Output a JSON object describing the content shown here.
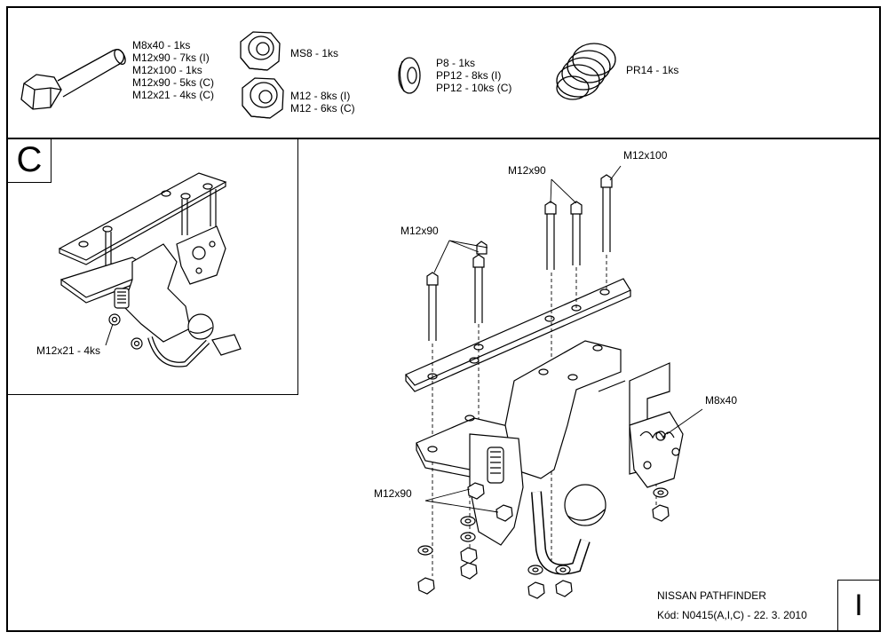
{
  "parts_bar": {
    "bolt_labels": [
      "M8x40 - 1ks",
      "M12x90 - 7ks (I)",
      "M12x100 - 1ks",
      "M12x90 - 5ks (C)",
      "M12x21 - 4ks (C)"
    ],
    "nut_ms8_label": "MS8 - 1ks",
    "nut_m12_labels": [
      "M12 - 8ks (I)",
      "M12 - 6ks (C)"
    ],
    "washer_labels": [
      "P8 - 1ks",
      "PP12 - 8ks (I)",
      "PP12 - 10ks (C)"
    ],
    "spring_label": "PR14 - 1ks"
  },
  "variant_c": {
    "letter": "C",
    "callout": "M12x21 - 4ks"
  },
  "main_view": {
    "callouts": {
      "m12x100": "M12x100",
      "m12x90_top": "M12x90",
      "m12x90_left": "M12x90",
      "m8x40": "M8x40",
      "m12x90_bottom": "M12x90"
    }
  },
  "title_block": {
    "model": "NISSAN PATHFINDER",
    "code": "Kód: N0415(A,I,C) - 22. 3. 2010",
    "sheet": "I"
  }
}
